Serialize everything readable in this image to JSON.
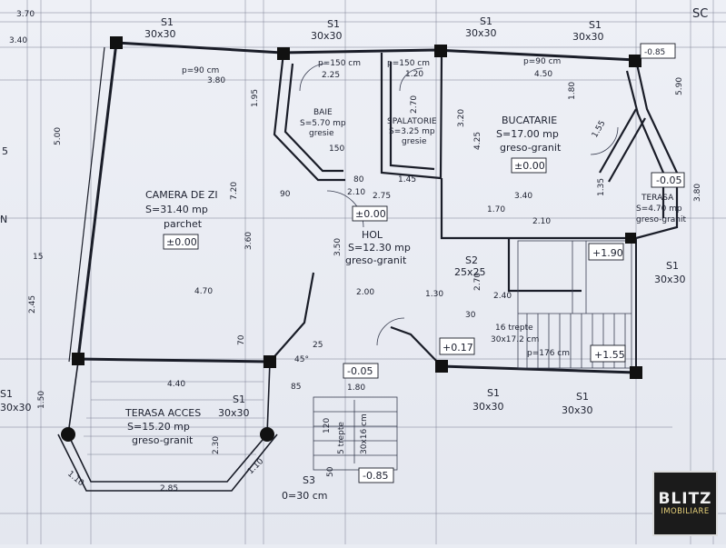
{
  "rooms": {
    "camera": {
      "name": "CAMERA DE ZI",
      "area": "S=31.40 mp",
      "finish": "parchet",
      "level": "±0.00"
    },
    "baie": {
      "name": "BAIE",
      "area": "S=5.70 mp",
      "finish": "gresie"
    },
    "spalatorie": {
      "name": "SPALATORIE",
      "area": "S=3.25 mp",
      "finish": "gresie"
    },
    "bucatarie": {
      "name": "BUCATARIE",
      "area": "S=17.00 mp",
      "finish": "greso-granit",
      "level": "±0.00"
    },
    "hol": {
      "name": "HOL",
      "area": "S=12.30 mp",
      "finish": "greso-granit",
      "level": "±0.00"
    },
    "terasa": {
      "name": "TERASA",
      "area": "S=4.70 mp",
      "finish": "greso-granit",
      "level": "-0.05"
    },
    "terasa_acces": {
      "name": "TERASA ACCES",
      "area": "S=15.20 mp",
      "finish": "greso-granit"
    }
  },
  "stairs": {
    "count": "16 trepte",
    "size": "30x17.2 cm",
    "width": "p=176 cm"
  },
  "entry_steps": {
    "count": "5 trepte",
    "size": "30x16 cm"
  },
  "levels": {
    "l_190": "+1.90",
    "l_155": "+1.55",
    "l_017": "+0.17",
    "l_005_hall": "-0.05",
    "l_085_bottom": "-0.85",
    "l_085_top": "-0.85"
  },
  "columns": {
    "s1": "S1",
    "s1_size": "30x30",
    "s2": "S2",
    "s2_size": "25x25",
    "s3": "S3",
    "s3_size": "0=30 cm"
  },
  "dims": {
    "d_370": "3.70",
    "d_340": "3.40",
    "d_380": "3.80",
    "d_p90": "p=90 cm",
    "d_p150a": "p=150 cm",
    "d_225": "2.25",
    "d_p150b": "p=150 cm",
    "d_120": "1.20",
    "d_p90b": "p=90 cm",
    "d_450": "4.50",
    "d_195": "1.95",
    "d_270": "2.70",
    "d_320": "3.20",
    "d_425": "4.25",
    "d_180a": "1.80",
    "d_500": "5.00",
    "d_720": "7.20",
    "d_360": "3.60",
    "d_210a": "2.10",
    "d_275": "2.75",
    "d_145": "1.45",
    "d_80": "80",
    "d_150": "150",
    "d_170": "1.70",
    "d_210b": "2.10",
    "d_340b": "3.40",
    "d_135": "1.35",
    "d_470": "4.70",
    "d_200": "2.00",
    "d_350": "3.50",
    "d_130": "1.30",
    "d_240": "2.40",
    "d_245": "2.45",
    "d_440": "4.40",
    "d_230": "2.30",
    "d_285": "2.85",
    "d_110a": "1.10",
    "d_110b": "1.10",
    "d_150b": "1.50",
    "d_180b": "1.80",
    "d_45": "45°",
    "d_25": "25",
    "d_30": "30",
    "d_90": "90",
    "d_85": "85",
    "d_120b": "120",
    "d_70": "70",
    "d_50": "50",
    "d_380b": "3.80",
    "d_590": "5.90",
    "d_155": "1.55",
    "d_270b": "2.70"
  },
  "edge_text": {
    "sc": "SC",
    "left_n": "N",
    "left_s1": "S1",
    "left_30": "30x30",
    "left_5": "5",
    "left_15": "15"
  },
  "logo": {
    "line1": "BLITZ",
    "line2": "IMOBILIARE"
  }
}
